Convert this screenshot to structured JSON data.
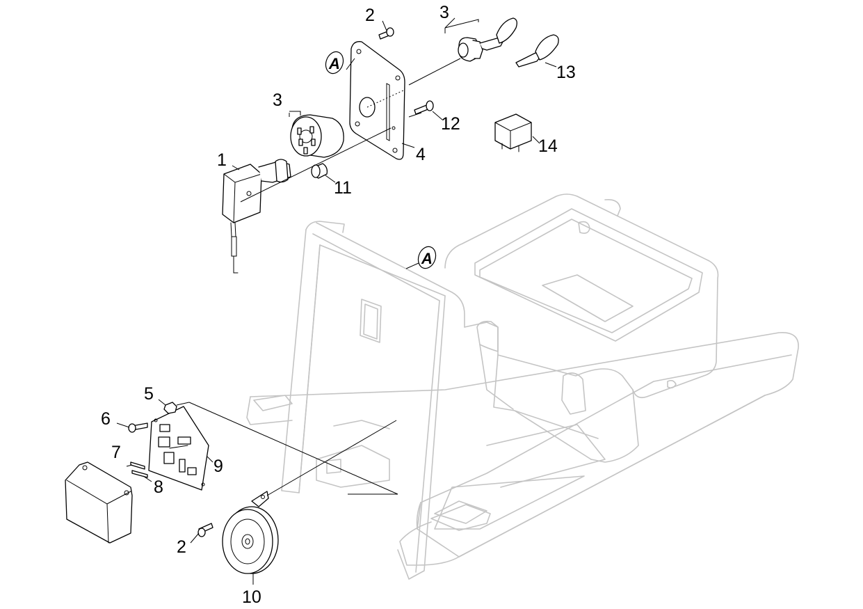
{
  "diagram": {
    "callouts": [
      {
        "id": "c1",
        "text": "1"
      },
      {
        "id": "c2a",
        "text": "2"
      },
      {
        "id": "c2b",
        "text": "2"
      },
      {
        "id": "c3a",
        "text": "3"
      },
      {
        "id": "c3b",
        "text": "3"
      },
      {
        "id": "c4",
        "text": "4"
      },
      {
        "id": "c5",
        "text": "5"
      },
      {
        "id": "c6",
        "text": "6"
      },
      {
        "id": "c7",
        "text": "7"
      },
      {
        "id": "c8",
        "text": "8"
      },
      {
        "id": "c9",
        "text": "9"
      },
      {
        "id": "c10",
        "text": "10"
      },
      {
        "id": "c11",
        "text": "11"
      },
      {
        "id": "c12",
        "text": "12"
      },
      {
        "id": "c13",
        "text": "13"
      },
      {
        "id": "c14",
        "text": "14"
      }
    ],
    "reference_markers": [
      {
        "id": "refA1",
        "text": "A"
      },
      {
        "id": "refA2",
        "text": "A"
      }
    ]
  }
}
